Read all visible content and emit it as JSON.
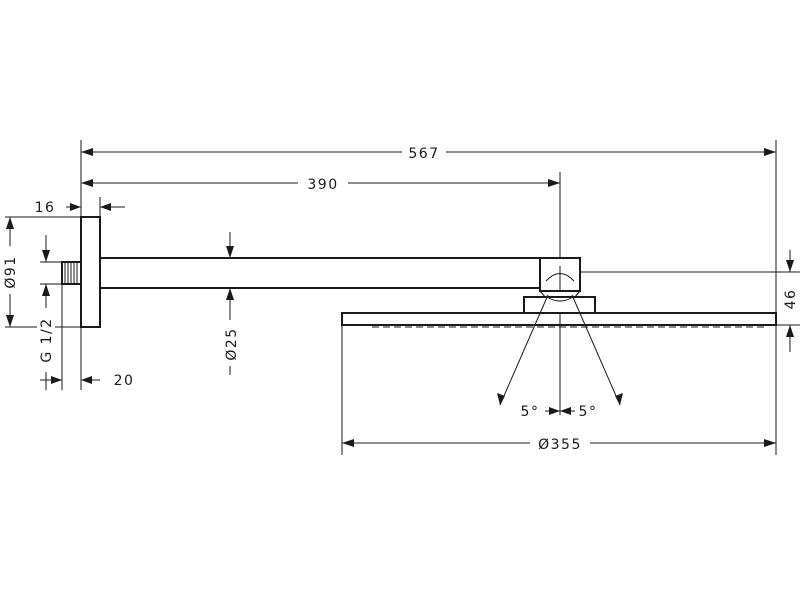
{
  "dimensions": {
    "overall_length": "567",
    "arm_length": "390",
    "flange_depth": "16",
    "flange_diameter": "Ø91",
    "thread": "G 1/2",
    "thread_length": "20",
    "arm_diameter": "Ø25",
    "head_height": "46",
    "head_diameter": "Ø355",
    "tilt_left": "5°",
    "tilt_right": "5°"
  },
  "colors": {
    "line": "#1a1a1a",
    "background": "#ffffff"
  }
}
